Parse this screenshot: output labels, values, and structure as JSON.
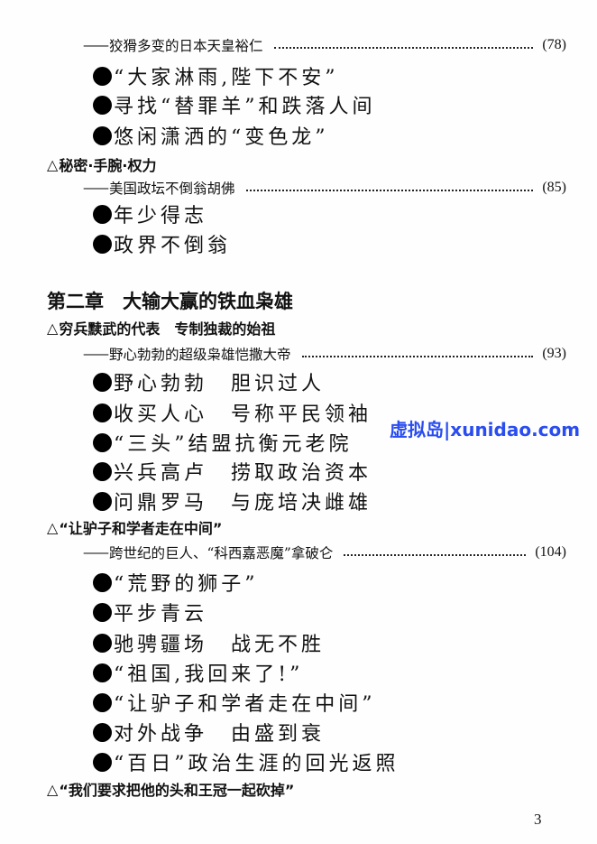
{
  "entries": [
    {
      "type": "sub",
      "dash": "——",
      "text": "狡猾多变的日本天皇裕仁",
      "page": "(78)"
    },
    {
      "type": "bullet",
      "text": "“大家淋雨,陛下不安”"
    },
    {
      "type": "bullet",
      "text": "寻找“替罪羊”和跌落人间"
    },
    {
      "type": "bullet",
      "text": "悠闲潇洒的“变色龙”"
    },
    {
      "type": "head",
      "tri": "△",
      "text": "秘密·手腕·权力"
    },
    {
      "type": "sub",
      "dash": "——",
      "text": "美国政坛不倒翁胡佛",
      "page": "(85)"
    },
    {
      "type": "bullet",
      "text": "年少得志"
    },
    {
      "type": "bullet",
      "text": "政界不倒翁"
    },
    {
      "type": "chapter",
      "text": "第二章　大输大赢的铁血枭雄"
    },
    {
      "type": "head",
      "tri": "△",
      "text": "穷兵黩武的代表　专制独裁的始祖"
    },
    {
      "type": "sub",
      "dash": "——",
      "text": "野心勃勃的超级枭雄恺撒大帝",
      "page": "(93)"
    },
    {
      "type": "bullet",
      "text": "野心勃勃　胆识过人"
    },
    {
      "type": "bullet",
      "text": "收买人心　号称平民领袖"
    },
    {
      "type": "bullet",
      "text": "“三头”结盟抗衡元老院"
    },
    {
      "type": "bullet",
      "text": "兴兵高卢　捞取政治资本"
    },
    {
      "type": "bullet",
      "text": "问鼎罗马　与庞培决雌雄"
    },
    {
      "type": "head",
      "tri": "△",
      "text": "“让驴子和学者走在中间”"
    },
    {
      "type": "sub",
      "dash": "——",
      "text": "跨世纪的巨人、“科西嘉恶魔”拿破仑",
      "page": "(104)"
    },
    {
      "type": "bullet",
      "text": "“荒野的狮子”"
    },
    {
      "type": "bullet",
      "text": "平步青云"
    },
    {
      "type": "bullet",
      "text": "驰骋疆场　战无不胜"
    },
    {
      "type": "bullet",
      "text": "“祖国,我回来了!”"
    },
    {
      "type": "bullet",
      "text": "“让驴子和学者走在中间”"
    },
    {
      "type": "bullet",
      "text": "对外战争　由盛到衰"
    },
    {
      "type": "bullet",
      "text": "“百日”政治生涯的回光返照"
    },
    {
      "type": "head",
      "tri": "△",
      "text": "“我们要求把他的头和王冠一起砍掉”"
    }
  ],
  "page_number": "3",
  "watermark": "虚拟岛|xunidao.com",
  "watermark_color": "#2a4df0"
}
